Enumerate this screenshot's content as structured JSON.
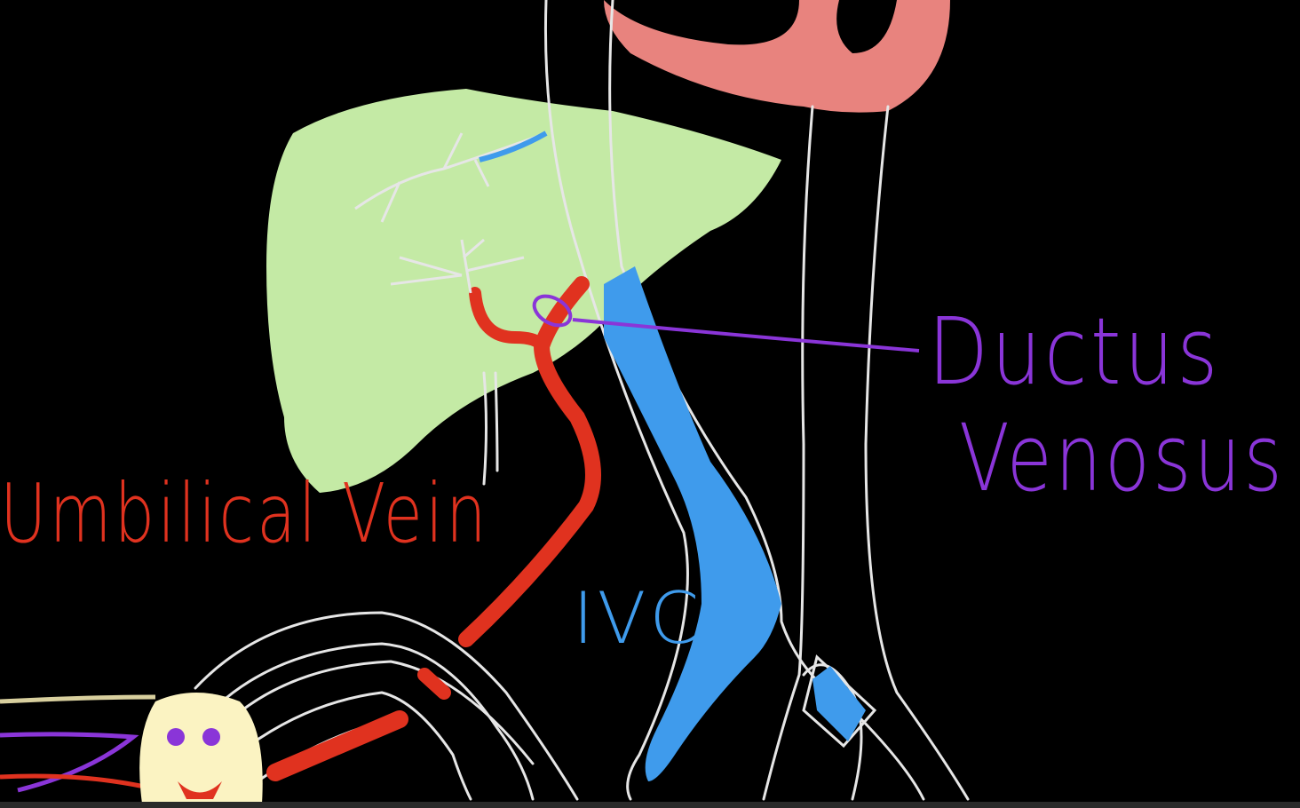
{
  "labels": {
    "umbilical_vein": "Umbilical Vein",
    "ivc": "IVC",
    "ductus_line1": "Ductus",
    "ductus_line2": "Venosus"
  },
  "colors": {
    "background": "#000000",
    "liver": "#c4eaa5",
    "heart": "#e8837e",
    "umbilical_vein": "#e0321f",
    "ivc": "#3f9bec",
    "ductus_label": "#8a35d8",
    "outline": "#e6e6e6",
    "placenta": "#fbf3c2"
  }
}
